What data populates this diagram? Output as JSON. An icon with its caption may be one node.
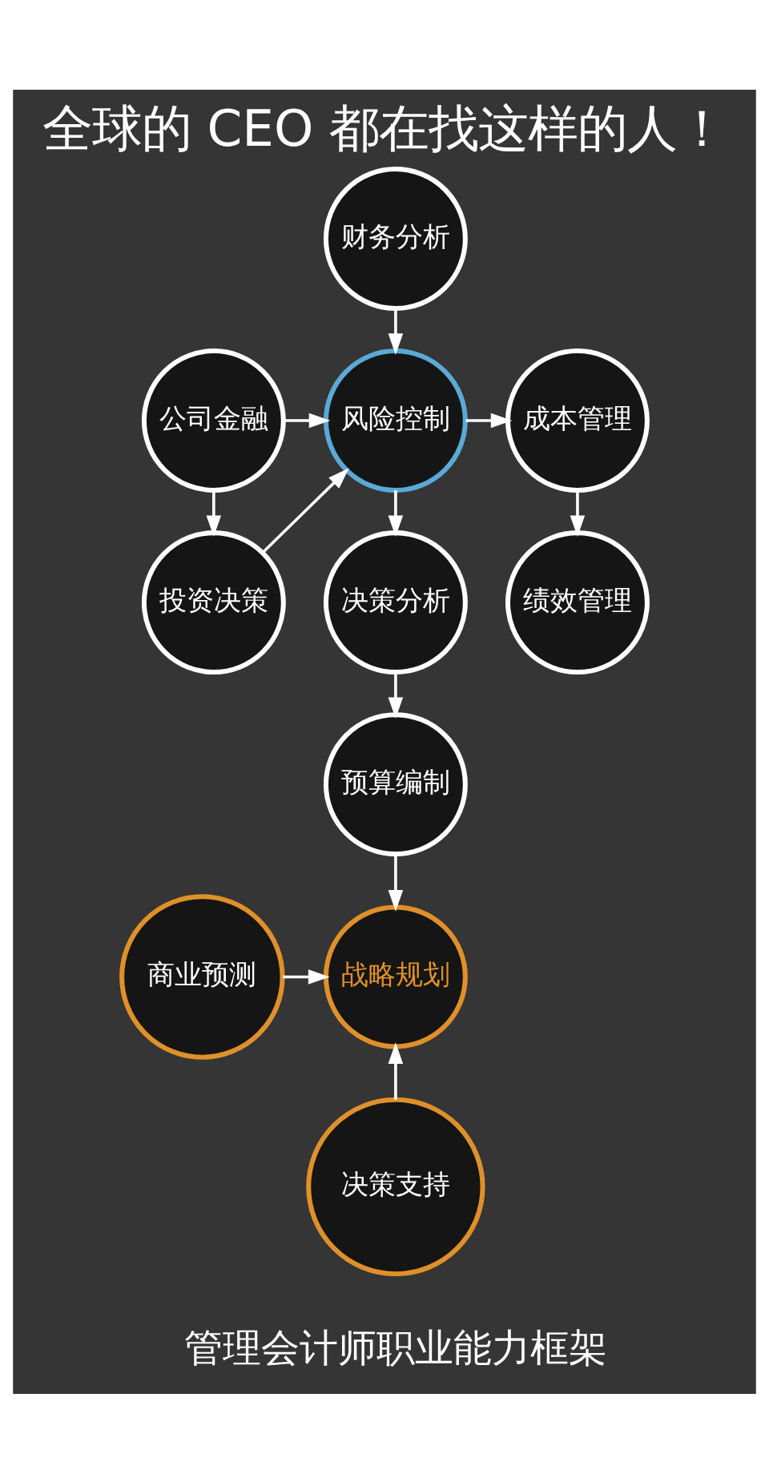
{
  "diagram": {
    "title": "全球的 CEO 都在找这样的人！",
    "caption": "管理会计师职业能力框架",
    "nodes": [
      {
        "text": [
          "财务分析"
        ]
      },
      {
        "text": [
          "成本管理"
        ]
      },
      {
        "text": [
          "风险控制"
        ]
      },
      {
        "text": [
          "公司金融"
        ]
      },
      {
        "text": [
          "绩效管理"
        ]
      },
      {
        "text": [
          "投资决策"
        ]
      },
      {
        "text": [
          "决策分析"
        ]
      },
      {
        "text": [
          "预算编制"
        ]
      },
      {
        "text": [
          "战略规划"
        ]
      },
      {
        "text": [
          "商业预测"
        ]
      },
      {
        "text": [
          "决策支持"
        ]
      }
    ],
    "edges": [
      {
        "from": 0,
        "to": 2,
        "arrow": "to"
      },
      {
        "from": 2,
        "to": 1,
        "arrow": "to"
      },
      {
        "from": 3,
        "to": 2,
        "arrow": "to"
      },
      {
        "from": 1,
        "to": 4,
        "arrow": "to"
      },
      {
        "from": 3,
        "to": 5,
        "arrow": "to"
      },
      {
        "from": 5,
        "to": 2,
        "arrow": "to"
      },
      {
        "from": 2,
        "to": 6,
        "arrow": "to"
      },
      {
        "from": 6,
        "to": 7,
        "arrow": "to"
      },
      {
        "from": 7,
        "to": 8,
        "arrow": "to"
      },
      {
        "from": 9,
        "to": 8,
        "arrow": "to"
      },
      {
        "from": 10,
        "to": 8,
        "arrow": "to"
      }
    ]
  }
}
